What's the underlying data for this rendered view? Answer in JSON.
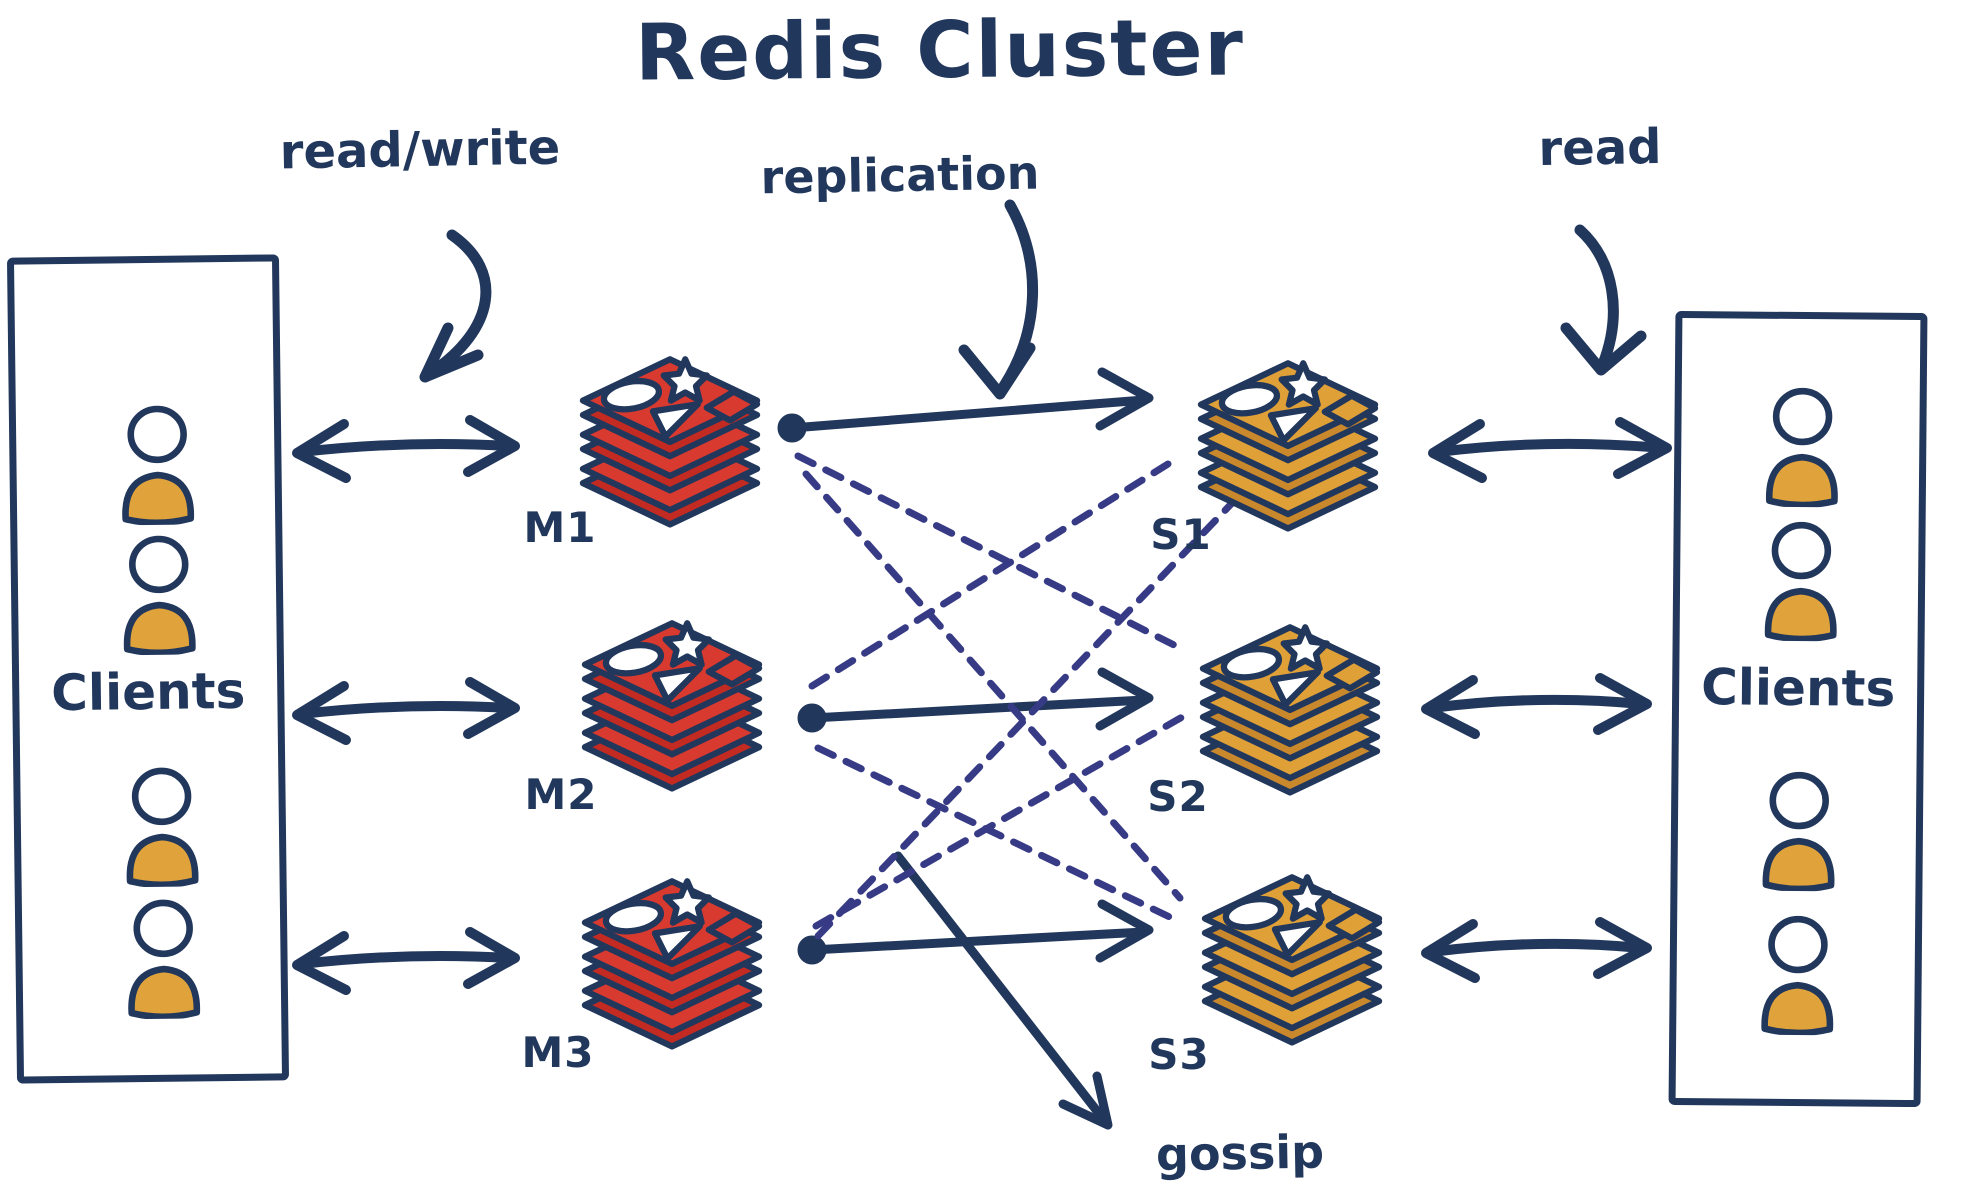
{
  "title": "Redis Cluster",
  "annotations": {
    "read_write": "read/write",
    "replication": "replication",
    "read": "read",
    "gossip": "gossip"
  },
  "clients_left": {
    "label": "Clients"
  },
  "clients_right": {
    "label": "Clients"
  },
  "nodes": {
    "masters": [
      {
        "id": "M1"
      },
      {
        "id": "M2"
      },
      {
        "id": "M3"
      }
    ],
    "replicas": [
      {
        "id": "S1"
      },
      {
        "id": "S2"
      },
      {
        "id": "S3"
      }
    ]
  },
  "links": {
    "left_clients_to_masters": "read/write (bidirectional)",
    "masters_to_replicas": "replication (solid arrows M1-S1, M2-S2, M3-S3)",
    "replicas_to_right_clients": "read (bidirectional)",
    "mesh_dashed": "gossip mesh between masters and replicas"
  },
  "colors": {
    "outline_navy": "#22375C",
    "dashed_line": "#373B86",
    "master_red_top": "#D93A2F",
    "master_red_side": "#C32B22",
    "replica_gold_top": "#DFA038",
    "replica_gold_side": "#C9882B",
    "person_body": "#E0A33C",
    "background": "#FFFFFF"
  }
}
